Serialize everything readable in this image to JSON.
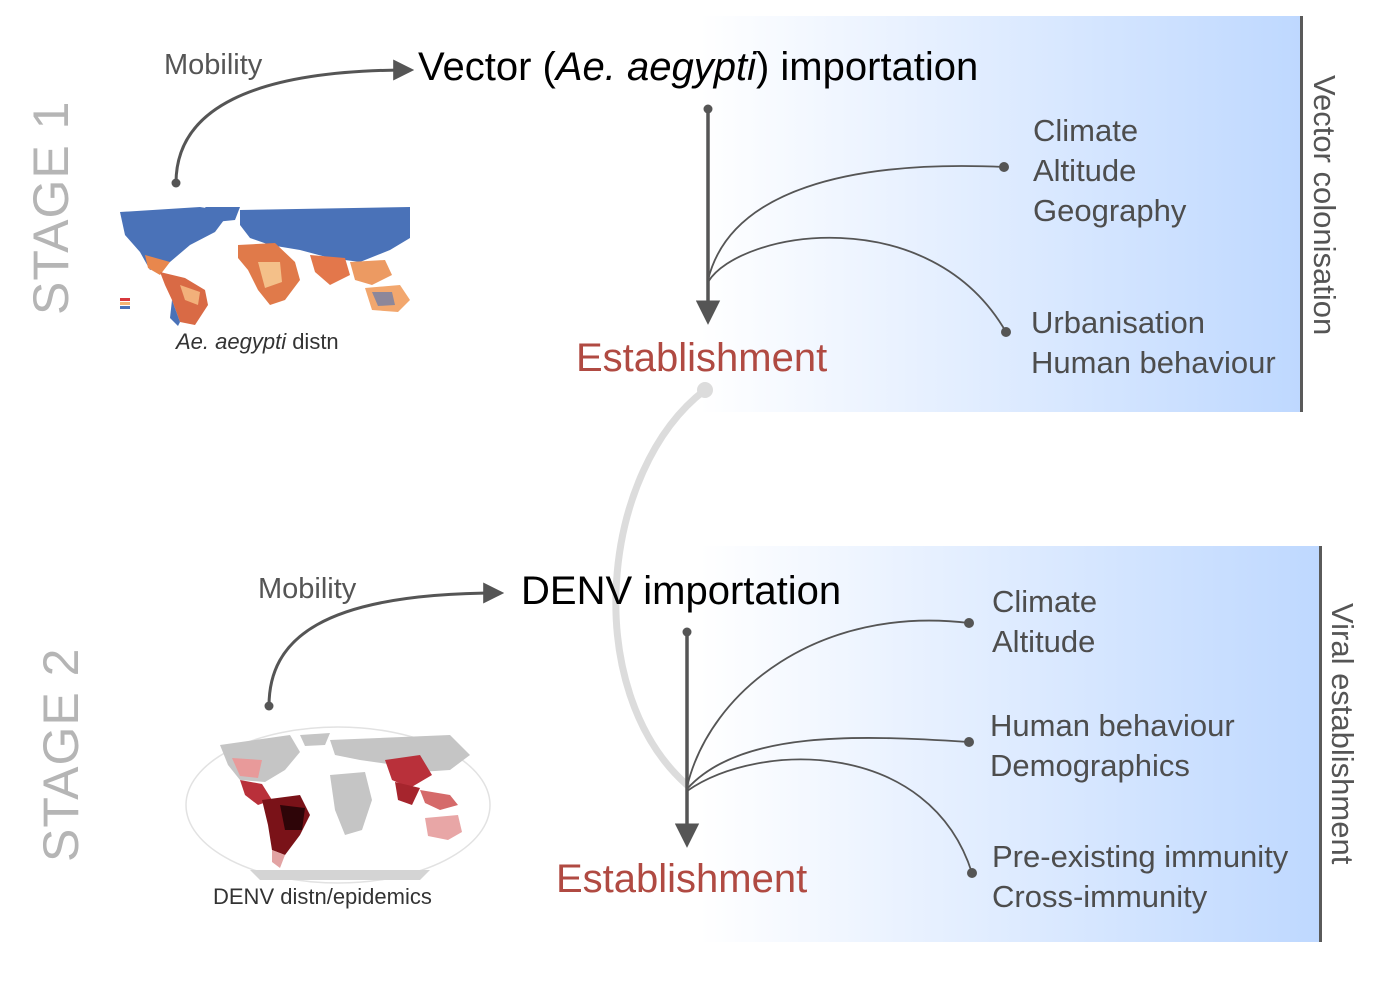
{
  "stage1": {
    "label": "STAGE 1",
    "mobility": "Mobility",
    "title_pre": "Vector (",
    "title_italic": "Ae. aegypti",
    "title_post": ") importation",
    "establishment": "Establishment",
    "side_label": "Vector colonisation",
    "map_caption_italic": "Ae. aegypti",
    "map_caption_rest": " distn",
    "factors_group1": [
      "Climate",
      "Altitude",
      "Geography"
    ],
    "factors_group2": [
      "Urbanisation",
      "Human behaviour"
    ]
  },
  "stage2": {
    "label": "STAGE 2",
    "mobility": "Mobility",
    "title": "DENV importation",
    "establishment": "Establishment",
    "side_label": "Viral establishment",
    "map_caption": "DENV distn/epidemics",
    "factors_group1": [
      "Climate",
      "Altitude"
    ],
    "factors_group2": [
      "Human behaviour",
      "Demographics"
    ],
    "factors_group3": [
      "Pre-existing immunity",
      "Cross-immunity"
    ]
  },
  "colors": {
    "establishment": "#b04a42",
    "panel_gradient_end": "#bed8ff",
    "stage_label": "#b5b5b5",
    "arrow": "#555555",
    "link_arc": "#dcdcdc"
  }
}
